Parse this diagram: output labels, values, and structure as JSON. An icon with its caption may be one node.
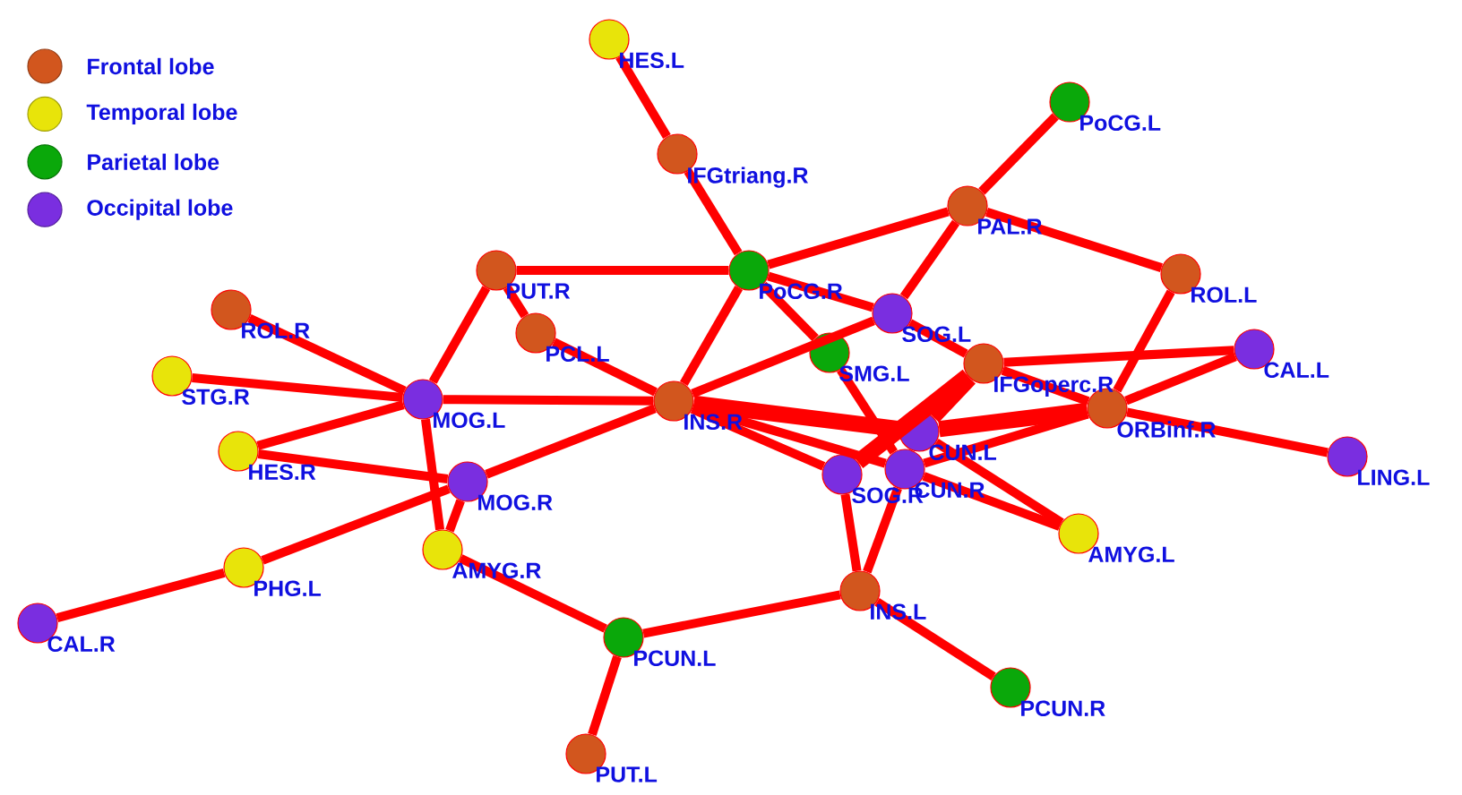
{
  "diagram": {
    "nodes": [
      {
        "text": [
          "HES.L"
        ]
      },
      {
        "text": [
          "PoCG.L"
        ]
      },
      {
        "text": [
          "IFGtriang.R"
        ]
      },
      {
        "text": [
          "PAL.R"
        ]
      },
      {
        "text": [
          "PUT.R"
        ]
      },
      {
        "text": [
          "PoCG.R"
        ]
      },
      {
        "text": [
          "ROL.L"
        ]
      },
      {
        "text": [
          "ROL.R"
        ]
      },
      {
        "text": [
          "PCL.L"
        ]
      },
      {
        "text": [
          "SOG.L"
        ]
      },
      {
        "text": [
          "SMG.L"
        ]
      },
      {
        "text": [
          "CAL.L"
        ]
      },
      {
        "text": [
          "IFGoperc.R"
        ]
      },
      {
        "text": [
          "STG.R"
        ]
      },
      {
        "text": [
          "MOG.L"
        ]
      },
      {
        "text": [
          "INS.R"
        ]
      },
      {
        "text": [
          "ORBinf.R"
        ]
      },
      {
        "text": [
          "CUN.L"
        ]
      },
      {
        "text": [
          "HES.R"
        ]
      },
      {
        "text": [
          "LING.L"
        ]
      },
      {
        "text": [
          "MOG.R"
        ]
      },
      {
        "text": [
          "SOG.R"
        ]
      },
      {
        "text": [
          "CUN.R"
        ]
      },
      {
        "text": [
          "AMYG.L"
        ]
      },
      {
        "text": [
          "AMYG.R"
        ]
      },
      {
        "text": [
          "PHG.L"
        ]
      },
      {
        "text": [
          "INS.L"
        ]
      },
      {
        "text": [
          "CAL.R"
        ]
      },
      {
        "text": [
          "PCUN.L"
        ]
      },
      {
        "text": [
          "PCUN.R"
        ]
      },
      {
        "text": [
          "PUT.L"
        ]
      }
    ],
    "edges": [
      {
        "from": 0,
        "to": 2,
        "arrow": "none"
      },
      {
        "from": 2,
        "to": 5,
        "arrow": "none"
      },
      {
        "from": 1,
        "to": 3,
        "arrow": "none"
      },
      {
        "from": 3,
        "to": 5,
        "arrow": "none"
      },
      {
        "from": 3,
        "to": 9,
        "arrow": "none"
      },
      {
        "from": 3,
        "to": 6,
        "arrow": "none"
      },
      {
        "from": 6,
        "to": 16,
        "arrow": "none"
      },
      {
        "from": 4,
        "to": 5,
        "arrow": "none"
      },
      {
        "from": 4,
        "to": 14,
        "arrow": "none"
      },
      {
        "from": 4,
        "to": 8,
        "arrow": "none"
      },
      {
        "from": 8,
        "to": 15,
        "arrow": "none"
      },
      {
        "from": 5,
        "to": 15,
        "arrow": "none"
      },
      {
        "from": 5,
        "to": 9,
        "arrow": "none"
      },
      {
        "from": 5,
        "to": 10,
        "arrow": "none"
      },
      {
        "from": 10,
        "to": 22,
        "arrow": "none"
      },
      {
        "from": 9,
        "to": 15,
        "arrow": "none"
      },
      {
        "from": 9,
        "to": 12,
        "arrow": "none"
      },
      {
        "from": 12,
        "to": 11,
        "arrow": "none"
      },
      {
        "from": 12,
        "to": 16,
        "arrow": "none"
      },
      {
        "from": 12,
        "to": 17,
        "arrow": "none",
        "style": "thick"
      },
      {
        "from": 12,
        "to": 21,
        "arrow": "none",
        "style": "thick"
      },
      {
        "from": 11,
        "to": 16,
        "arrow": "none"
      },
      {
        "from": 16,
        "to": 19,
        "arrow": "none"
      },
      {
        "from": 16,
        "to": 17,
        "arrow": "none",
        "style": "thick"
      },
      {
        "from": 16,
        "to": 22,
        "arrow": "none"
      },
      {
        "from": 15,
        "to": 14,
        "arrow": "none"
      },
      {
        "from": 15,
        "to": 20,
        "arrow": "none"
      },
      {
        "from": 15,
        "to": 17,
        "arrow": "none",
        "style": "thick"
      },
      {
        "from": 15,
        "to": 21,
        "arrow": "none"
      },
      {
        "from": 15,
        "to": 22,
        "arrow": "none"
      },
      {
        "from": 17,
        "to": 23,
        "arrow": "none"
      },
      {
        "from": 22,
        "to": 23,
        "arrow": "none"
      },
      {
        "from": 21,
        "to": 26,
        "arrow": "none"
      },
      {
        "from": 22,
        "to": 26,
        "arrow": "none"
      },
      {
        "from": 26,
        "to": 28,
        "arrow": "none"
      },
      {
        "from": 26,
        "to": 29,
        "arrow": "none"
      },
      {
        "from": 28,
        "to": 24,
        "arrow": "none"
      },
      {
        "from": 28,
        "to": 30,
        "arrow": "none"
      },
      {
        "from": 14,
        "to": 7,
        "arrow": "none"
      },
      {
        "from": 14,
        "to": 13,
        "arrow": "none"
      },
      {
        "from": 14,
        "to": 18,
        "arrow": "none"
      },
      {
        "from": 14,
        "to": 24,
        "arrow": "none"
      },
      {
        "from": 18,
        "to": 20,
        "arrow": "none"
      },
      {
        "from": 20,
        "to": 24,
        "arrow": "none"
      },
      {
        "from": 20,
        "to": 25,
        "arrow": "none"
      },
      {
        "from": 25,
        "to": 27,
        "arrow": "none"
      }
    ],
    "legend": [
      {
        "text": "Frontal lobe",
        "color": "#d2561e"
      },
      {
        "text": "Temporal lobe",
        "color": "#e8e40a"
      },
      {
        "text": "Parietal lobe",
        "color": "#0aa80a"
      },
      {
        "text": "Occipital lobe",
        "color": "#7a2ee0"
      }
    ]
  }
}
